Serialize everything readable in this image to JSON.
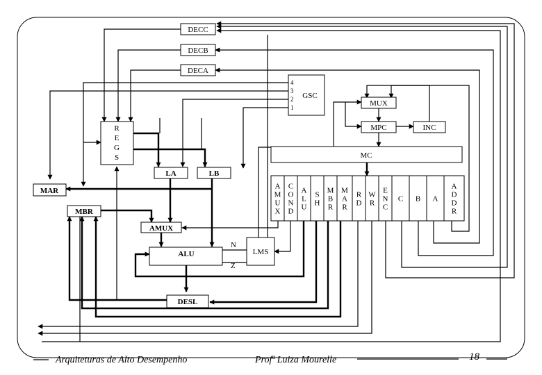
{
  "blocks": {
    "decc": "DECC",
    "decb": "DECB",
    "deca": "DECA",
    "regs": [
      "R",
      "E",
      "G",
      "S"
    ],
    "gsc": "GSC",
    "gsc_inputs": [
      "4",
      "3",
      "2",
      "1"
    ],
    "mux": "MUX",
    "mpc": "MPC",
    "inc": "INC",
    "mc": "MC",
    "la": "LA",
    "lb": "LB",
    "mar": "MAR",
    "mbr": "MBR",
    "amux": "AMUX",
    "alu": "ALU",
    "lms": "LMS",
    "desl": "DESL"
  },
  "signals": {
    "n": "N",
    "z": "Z"
  },
  "mir_fields": [
    {
      "lines": [
        "A",
        "M",
        "U",
        "X"
      ]
    },
    {
      "lines": [
        "C",
        "O",
        "N",
        "D"
      ]
    },
    {
      "lines": [
        "A",
        "L",
        "U"
      ]
    },
    {
      "lines": [
        "S",
        "H"
      ]
    },
    {
      "lines": [
        "M",
        "B",
        "R"
      ]
    },
    {
      "lines": [
        "M",
        "A",
        "R"
      ]
    },
    {
      "lines": [
        "R",
        "D"
      ]
    },
    {
      "lines": [
        "W",
        "R"
      ]
    },
    {
      "lines": [
        "E",
        "N",
        "C"
      ]
    },
    {
      "lines": [
        "C"
      ]
    },
    {
      "lines": [
        "B"
      ]
    },
    {
      "lines": [
        "A"
      ]
    },
    {
      "lines": [
        "A",
        "D",
        "D",
        "R"
      ]
    }
  ],
  "footer": {
    "left": "Arquiteturas de Alto Desempenho",
    "center": "Profª Luiza Mourelle",
    "page": "18"
  }
}
